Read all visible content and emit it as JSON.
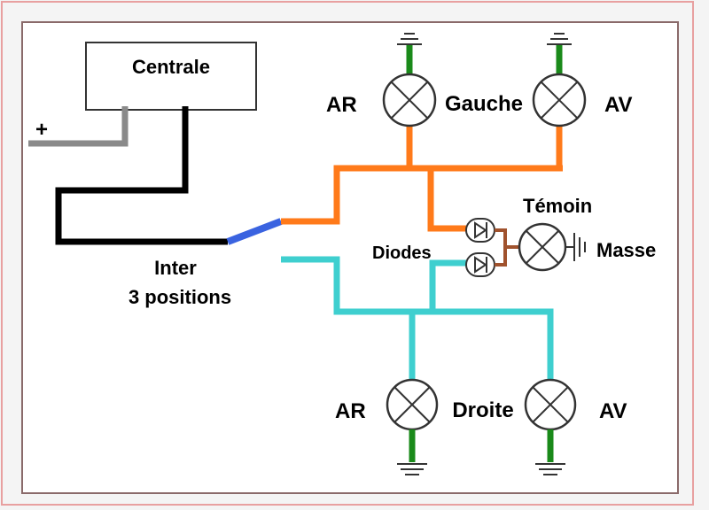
{
  "labels": {
    "centrale": "Centrale",
    "plus": "+",
    "inter_line1": "Inter",
    "inter_line2": "3 positions",
    "left_rear_top": "AR",
    "left_title": "Gauche",
    "left_front_top": "AV",
    "temoin": "Témoin",
    "diodes": "Diodes",
    "masse": "Masse",
    "right_rear_bottom": "AR",
    "right_title": "Droite",
    "right_front_bottom": "AV"
  },
  "colors": {
    "background": "#f4f4f4",
    "frame_outer": "#e8a0a0",
    "frame_inner": "#8a6a6a",
    "power_wire": "#8a8a8a",
    "common_wire": "#000000",
    "switch_blade": "#3a63e0",
    "left_circuit": "#ff7a1a",
    "right_circuit": "#3fcfcf",
    "ground": "#1a8a1a",
    "diode_link": "#a0522d"
  }
}
